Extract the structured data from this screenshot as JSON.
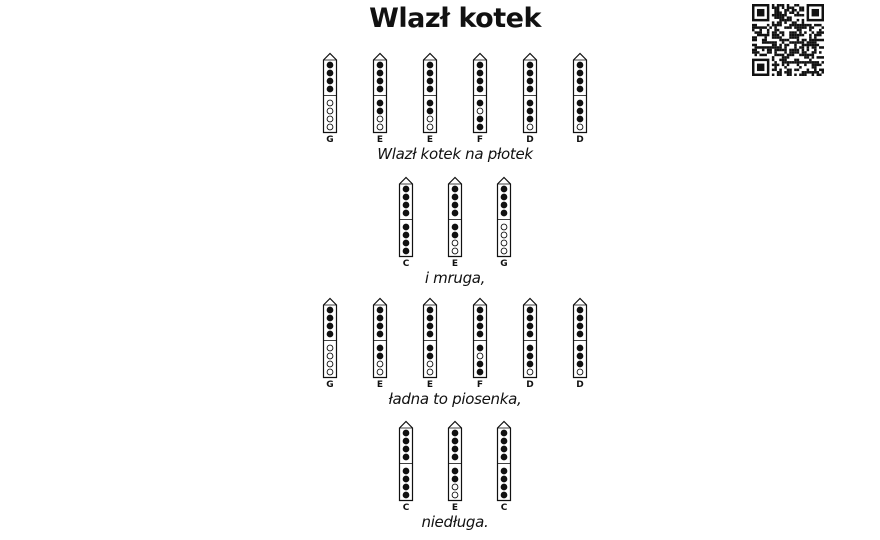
{
  "title": "Wlazł kotek",
  "qr_caption": "",
  "icons": {
    "qr": "qr-code-icon",
    "flute": "recorder-fingering-icon"
  },
  "colors": {
    "ink": "#111111",
    "background": "#ffffff"
  },
  "fingerings": {
    "G": [
      1,
      1,
      1,
      1,
      0,
      0,
      0,
      0
    ],
    "E": [
      1,
      1,
      1,
      1,
      1,
      1,
      0,
      0
    ],
    "F": [
      1,
      1,
      1,
      1,
      1,
      0,
      1,
      1
    ],
    "D": [
      1,
      1,
      1,
      1,
      1,
      1,
      1,
      0
    ],
    "C": [
      1,
      1,
      1,
      1,
      1,
      1,
      1,
      1
    ]
  },
  "rows": [
    {
      "notes": [
        "G",
        "E",
        "E",
        "F",
        "D",
        "D"
      ],
      "lyric": "Wlazł kotek na płotek"
    },
    {
      "notes": [
        "C",
        "E",
        "G"
      ],
      "lyric": "i mruga,"
    },
    {
      "notes": [
        "G",
        "E",
        "E",
        "F",
        "D",
        "D"
      ],
      "lyric": "ładna to piosenka,"
    },
    {
      "notes": [
        "C",
        "E",
        "C"
      ],
      "lyric": "niedługa."
    }
  ]
}
